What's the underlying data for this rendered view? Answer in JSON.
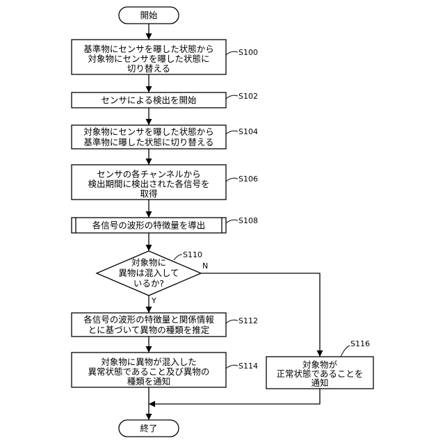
{
  "start": "開始",
  "end": "終了",
  "steps": {
    "s100": {
      "label": "S100",
      "lines": [
        "基準物にセンサを曝した状態から",
        "対象物にセンサを曝した状態に",
        "切り替える"
      ]
    },
    "s102": {
      "label": "S102",
      "lines": [
        "センサによる検出を開始"
      ]
    },
    "s104": {
      "label": "S104",
      "lines": [
        "対象物にセンサを曝した状態から",
        "基準物に曝した状態に切り替える"
      ]
    },
    "s106": {
      "label": "S106",
      "lines": [
        "センサの各チャンネルから",
        "検出期間に検出された各信号を",
        "取得"
      ]
    },
    "s108": {
      "label": "S108",
      "lines": [
        "各信号の波形の特徴量を導出"
      ]
    },
    "s110": {
      "label": "S110",
      "lines": [
        "対象物に",
        "異物は混入して",
        "いるか?"
      ]
    },
    "s112": {
      "label": "S112",
      "lines": [
        "各信号の波形の特徴量と関係情報",
        "とに基づいて異物の種類を推定"
      ]
    },
    "s114": {
      "label": "S114",
      "lines": [
        "対象物に異物が混入した",
        "異常状態であること及び異物の",
        "種類を通知"
      ]
    },
    "s116": {
      "label": "S116",
      "lines": [
        "対象物が",
        "正常状態であることを",
        "通知"
      ]
    }
  },
  "branch": {
    "yes": "Y",
    "no": "N"
  }
}
